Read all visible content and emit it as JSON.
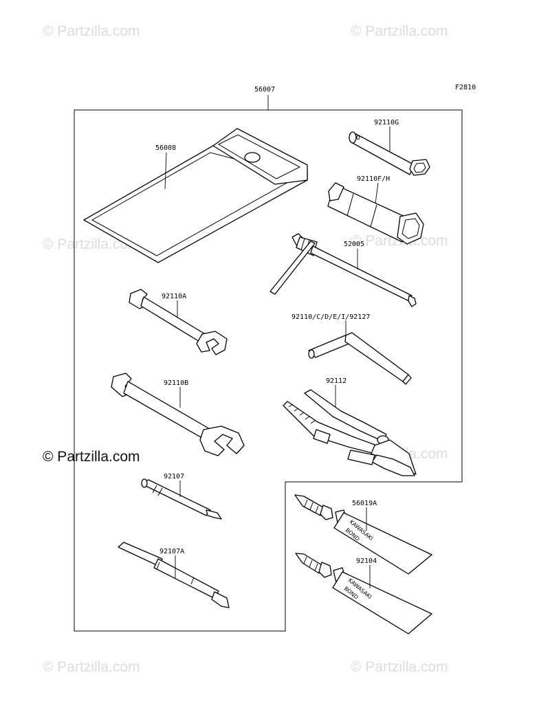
{
  "figure_code": "F2810",
  "watermarks": [
    "© Partzilla.com",
    "© Partzilla.com",
    "© Partzilla.com",
    "© Partzilla.com",
    "© Partzilla.com",
    "© Partzilla.com",
    "© Partzilla.com",
    "© Partzilla.com"
  ],
  "parts": {
    "kit": "56007",
    "case": "56008",
    "socket_small": "92110G",
    "socket_large": "92110F/H",
    "screwdriver_handle": "52005",
    "hex_key": "92110/C/D/E/I/92127",
    "wrench_small": "92110A",
    "wrench_large": "92110B",
    "pliers": "92112",
    "driver_bit": "92107",
    "driver_bit_double": "92107A",
    "bond_upper": "56019A",
    "bond_lower": "92104"
  },
  "tube_labels": {
    "upper_line1": "KAWASAKI",
    "upper_line2": "BOND",
    "lower_line1": "KAWASAKI",
    "lower_line2": "BOND"
  }
}
